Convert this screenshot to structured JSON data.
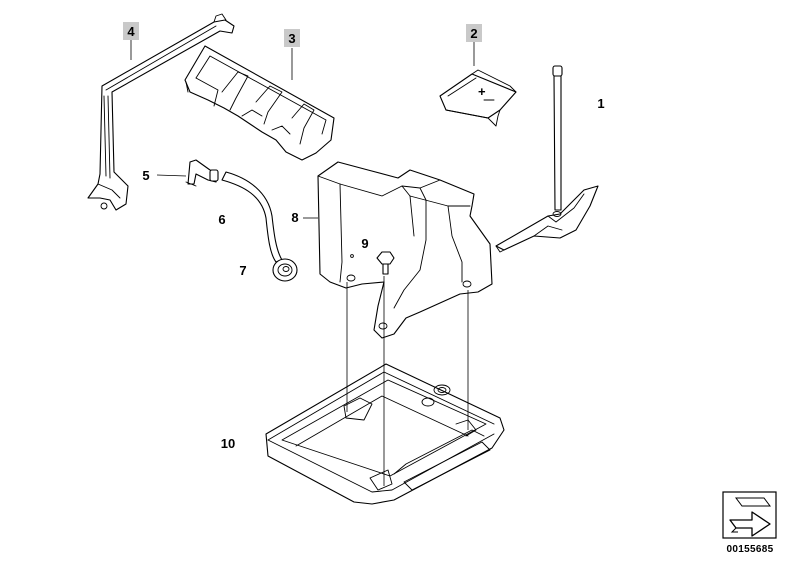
{
  "callouts": [
    {
      "id": "1",
      "label": "1",
      "highlighted": false
    },
    {
      "id": "2",
      "label": "2",
      "highlighted": true
    },
    {
      "id": "3",
      "label": "3",
      "highlighted": true
    },
    {
      "id": "4",
      "label": "4",
      "highlighted": true
    },
    {
      "id": "5",
      "label": "5",
      "highlighted": false
    },
    {
      "id": "6",
      "label": "6",
      "highlighted": false
    },
    {
      "id": "7",
      "label": "7",
      "highlighted": false
    },
    {
      "id": "8",
      "label": "8",
      "highlighted": false
    },
    {
      "id": "9",
      "label": "9",
      "highlighted": false
    },
    {
      "id": "10",
      "label": "10",
      "highlighted": false
    }
  ],
  "terminal_cover_symbol": "+",
  "catalog_number": "00155685",
  "colors": {
    "line": "#000000",
    "highlight": "#c9c9c9",
    "background": "#ffffff"
  },
  "icons": {
    "navigation": "arrow-icon"
  }
}
